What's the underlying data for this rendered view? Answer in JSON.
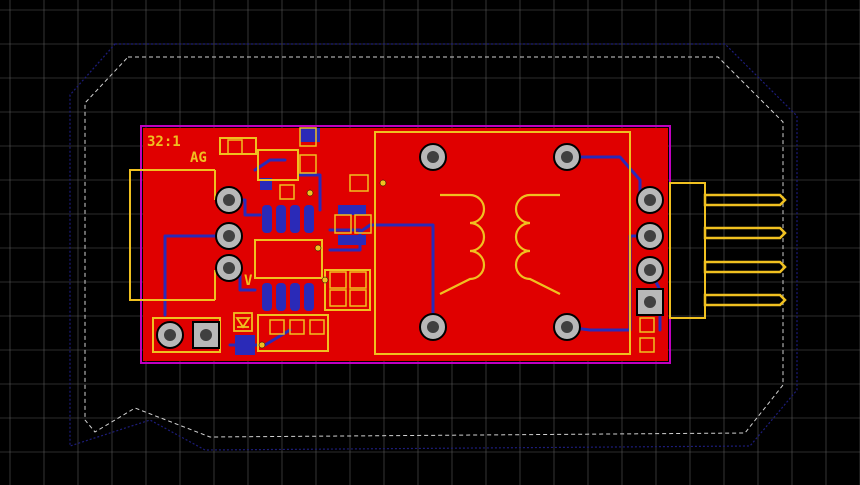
{
  "board": {
    "labels": {
      "ratio": "32:1",
      "initials": "AG",
      "voltage": "V"
    }
  },
  "colors": {
    "background": "#000000",
    "grid": "#5a5a5a",
    "top_copper": "#e00000",
    "bottom_copper": "#2a2ab8",
    "silkscreen": "#f0c020",
    "board_outline": "#c000c0",
    "keepout": "#d0d0d0",
    "mechanical": "#1c1c7a",
    "pad": "#b8b8b8",
    "pad_hole": "#404040"
  },
  "icons": [
    "relay-coil-icon",
    "diode-icon",
    "pin-header-icon"
  ]
}
